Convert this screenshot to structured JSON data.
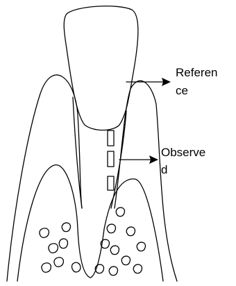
{
  "labels": {
    "reference_line1": "Referen",
    "reference_line2": "ce",
    "observed_line1": "Observe",
    "observed_line2": "d"
  }
}
